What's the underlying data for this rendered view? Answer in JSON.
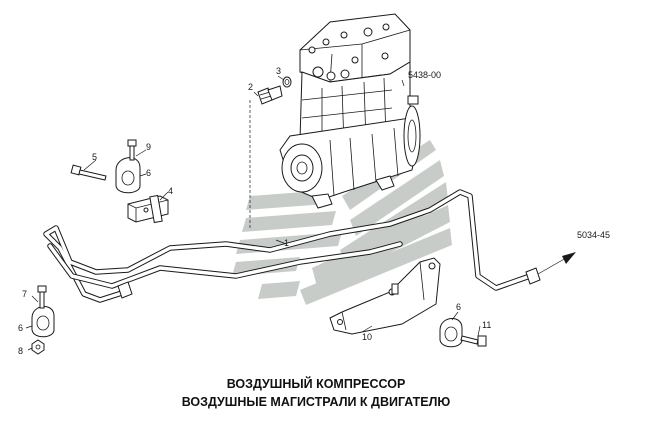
{
  "labels": {
    "compressor": "5438-00",
    "continuation": "5034-45",
    "p1": "1",
    "p2": "2",
    "p3": "3",
    "p4": "4",
    "p5": "5",
    "p6a": "6",
    "p6b": "6",
    "p6c": "6",
    "p7": "7",
    "p8": "8",
    "p9": "9",
    "p10": "10",
    "p11": "11"
  },
  "caption": {
    "line1": "ВОЗДУШНЫЙ КОМПРЕССОР",
    "line2": "ВОЗДУШНЫЕ МАГИСТРАЛИ К ДВИГАТЕЛЮ"
  },
  "colors": {
    "ink": "#1a1a1a",
    "watermark": "#c8ccc8",
    "background": "#ffffff"
  }
}
